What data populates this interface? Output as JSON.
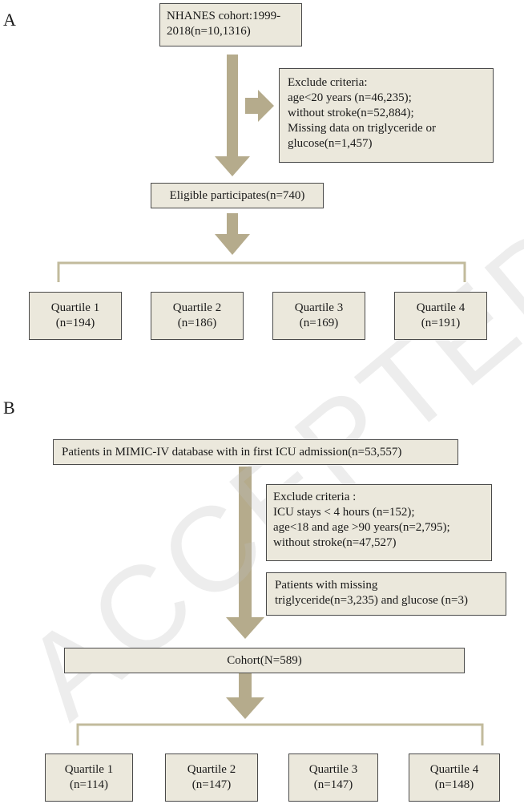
{
  "panel_a": {
    "label": "A",
    "cohort": [
      "NHANES cohort:1999-",
      "2018(n=10,1316)"
    ],
    "exclude": [
      "Exclude criteria:",
      "age<20 years (n=46,235);",
      "without stroke(n=52,884);",
      "Missing data on triglyceride or",
      "glucose(n=1,457)"
    ],
    "eligible": "Eligible participates(n=740)",
    "quartiles": [
      {
        "name": "Quartile 1",
        "n": "(n=194)"
      },
      {
        "name": "Quartile 2",
        "n": "(n=186)"
      },
      {
        "name": "Quartile 3",
        "n": "(n=169)"
      },
      {
        "name": "Quartile 4",
        "n": "(n=191)"
      }
    ]
  },
  "panel_b": {
    "label": "B",
    "patients": "Patients in MIMIC-IV database with in first ICU admission(n=53,557)",
    "exclude": [
      "Exclude criteria :",
      "ICU stays < 4 hours (n=152);",
      "age<18 and age >90 years(n=2,795);",
      "without stroke(n=47,527)"
    ],
    "missing": [
      "Patients with missing",
      "triglyceride(n=3,235) and glucose (n=3)"
    ],
    "cohort": "Cohort(N=589)",
    "quartiles": [
      {
        "name": "Quartile 1",
        "n": "(n=114)"
      },
      {
        "name": "Quartile 2",
        "n": "(n=147)"
      },
      {
        "name": "Quartile 3",
        "n": "(n=147)"
      },
      {
        "name": "Quartile 4",
        "n": "(n=148)"
      }
    ]
  },
  "watermark": "ACCEPTED",
  "colors": {
    "box_fill": "#ebe8dc",
    "arrow": "#b5ab8c",
    "bracket": "#c2bb9c",
    "border": "#4a4a4a"
  }
}
